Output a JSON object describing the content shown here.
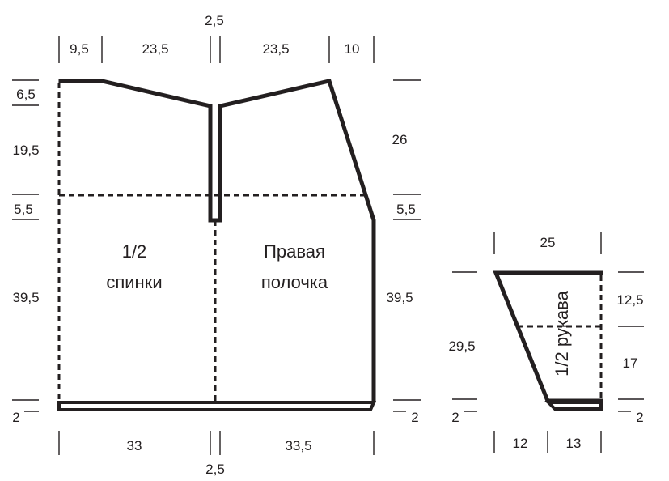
{
  "diagram": {
    "top_widths": {
      "w1": "9,5",
      "w2": "23,5",
      "gap": "2,5",
      "w3": "23,5",
      "w4": "10"
    },
    "left_heights": {
      "h1": "6,5",
      "h2": "19,5",
      "h3": "5,5",
      "h4": "39,5",
      "h5": "2"
    },
    "right_heights": {
      "h1": "26",
      "h2": "5,5",
      "h3": "39,5",
      "h4": "2"
    },
    "bottom_widths": {
      "w1": "33",
      "w2": "33,5",
      "gap": "2,5"
    },
    "back_label": {
      "line1": "1/2",
      "line2": "спинки"
    },
    "front_label": {
      "line1": "Правая",
      "line2": "полочка"
    },
    "sleeve": {
      "label": "1/2 рукава",
      "top_width": "25",
      "left_height": "29,5",
      "left_hem": "2",
      "right_top": "12,5",
      "right_mid": "17",
      "right_hem": "2",
      "bottom_w1": "12",
      "bottom_w2": "13"
    }
  }
}
